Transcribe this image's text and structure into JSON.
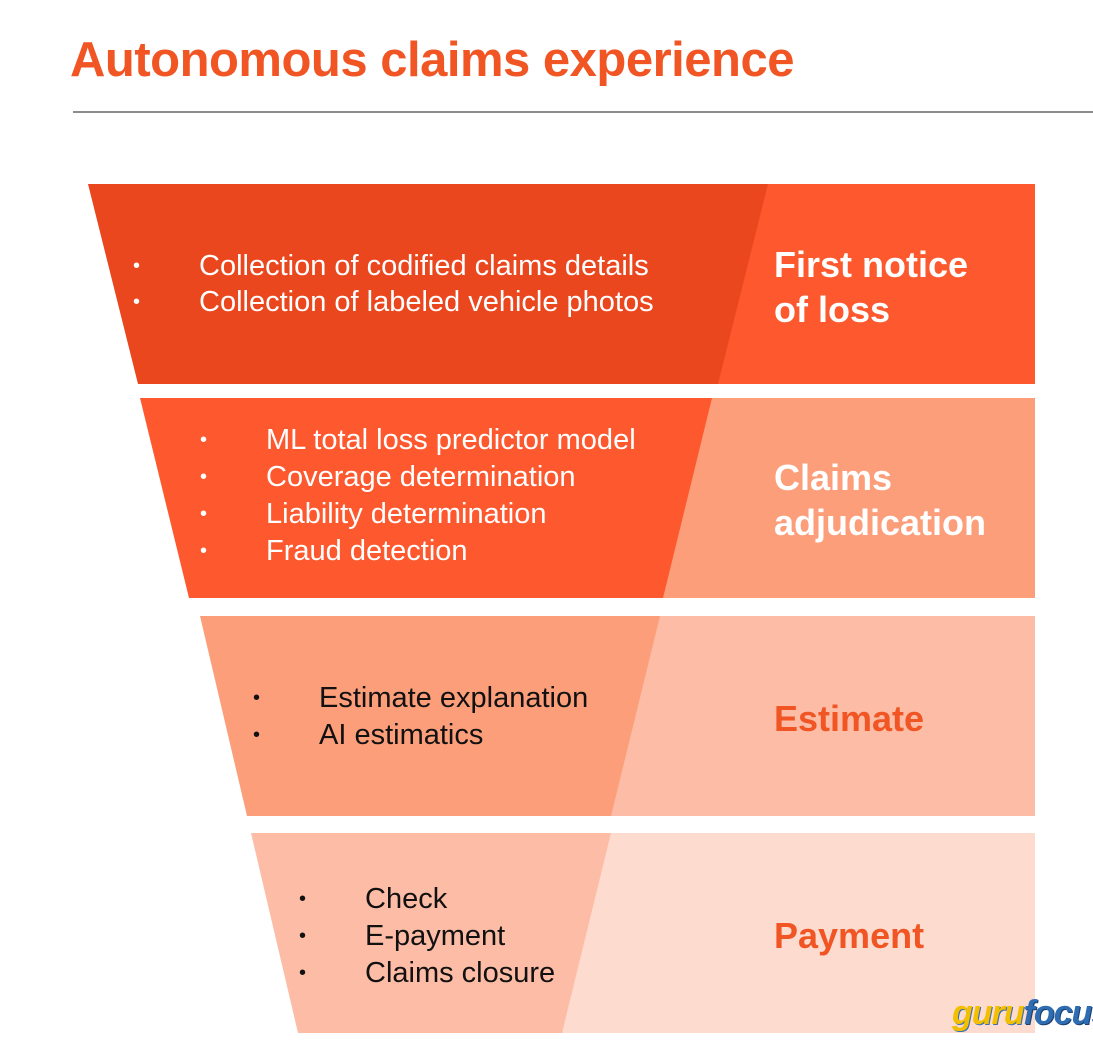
{
  "title": "Autonomous claims experience",
  "colors": {
    "title": "#f05523",
    "stage1_funnel": "#ea471f",
    "stage1_band": "#fd582e",
    "stage2_funnel": "#fd582e",
    "stage2_band": "#fc9e7a",
    "stage3_funnel": "#fc9e7a",
    "stage3_band": "#fdbca5",
    "stage4_funnel": "#fdbca5",
    "stage4_band": "#fddccf"
  },
  "stages": [
    {
      "label": "First notice\nof loss",
      "bullets": [
        "Collection of codified claims details",
        "Collection of labeled vehicle photos"
      ]
    },
    {
      "label": "Claims\nadjudication",
      "bullets": [
        "ML total loss predictor model",
        "Coverage determination",
        "Liability determination",
        "Fraud detection"
      ]
    },
    {
      "label": "Estimate",
      "bullets": [
        "Estimate explanation",
        "AI estimatics"
      ]
    },
    {
      "label": "Payment",
      "bullets": [
        "Check",
        "E-payment",
        "Claims closure"
      ]
    }
  ],
  "bullet_glyph": "•",
  "logo": {
    "part1": "guru",
    "part2": "focus"
  }
}
